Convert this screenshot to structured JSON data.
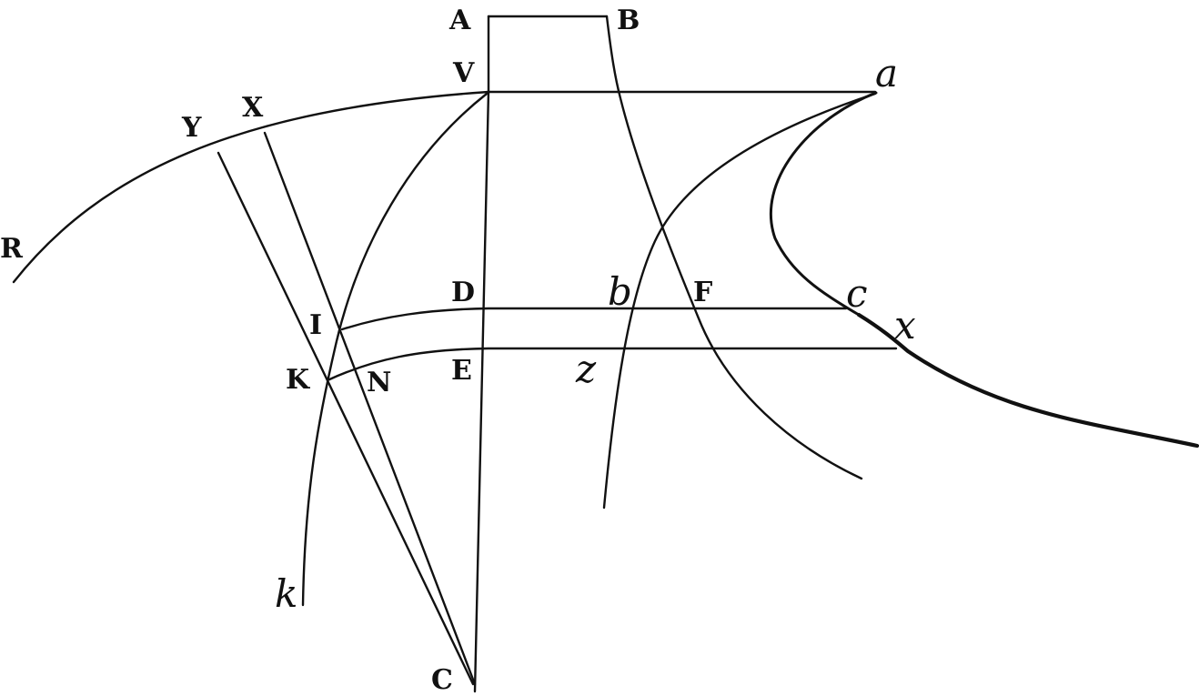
{
  "figure": {
    "labels": {
      "A": "A",
      "B": "B",
      "V": "V",
      "a": "a",
      "Y": "Y",
      "X": "X",
      "R": "R",
      "D": "D",
      "b": "b",
      "F": "F",
      "c": "c",
      "x": "x",
      "I": "I",
      "K": "K",
      "N": "N",
      "E": "E",
      "z": "z",
      "k": "k",
      "C": "C"
    }
  }
}
